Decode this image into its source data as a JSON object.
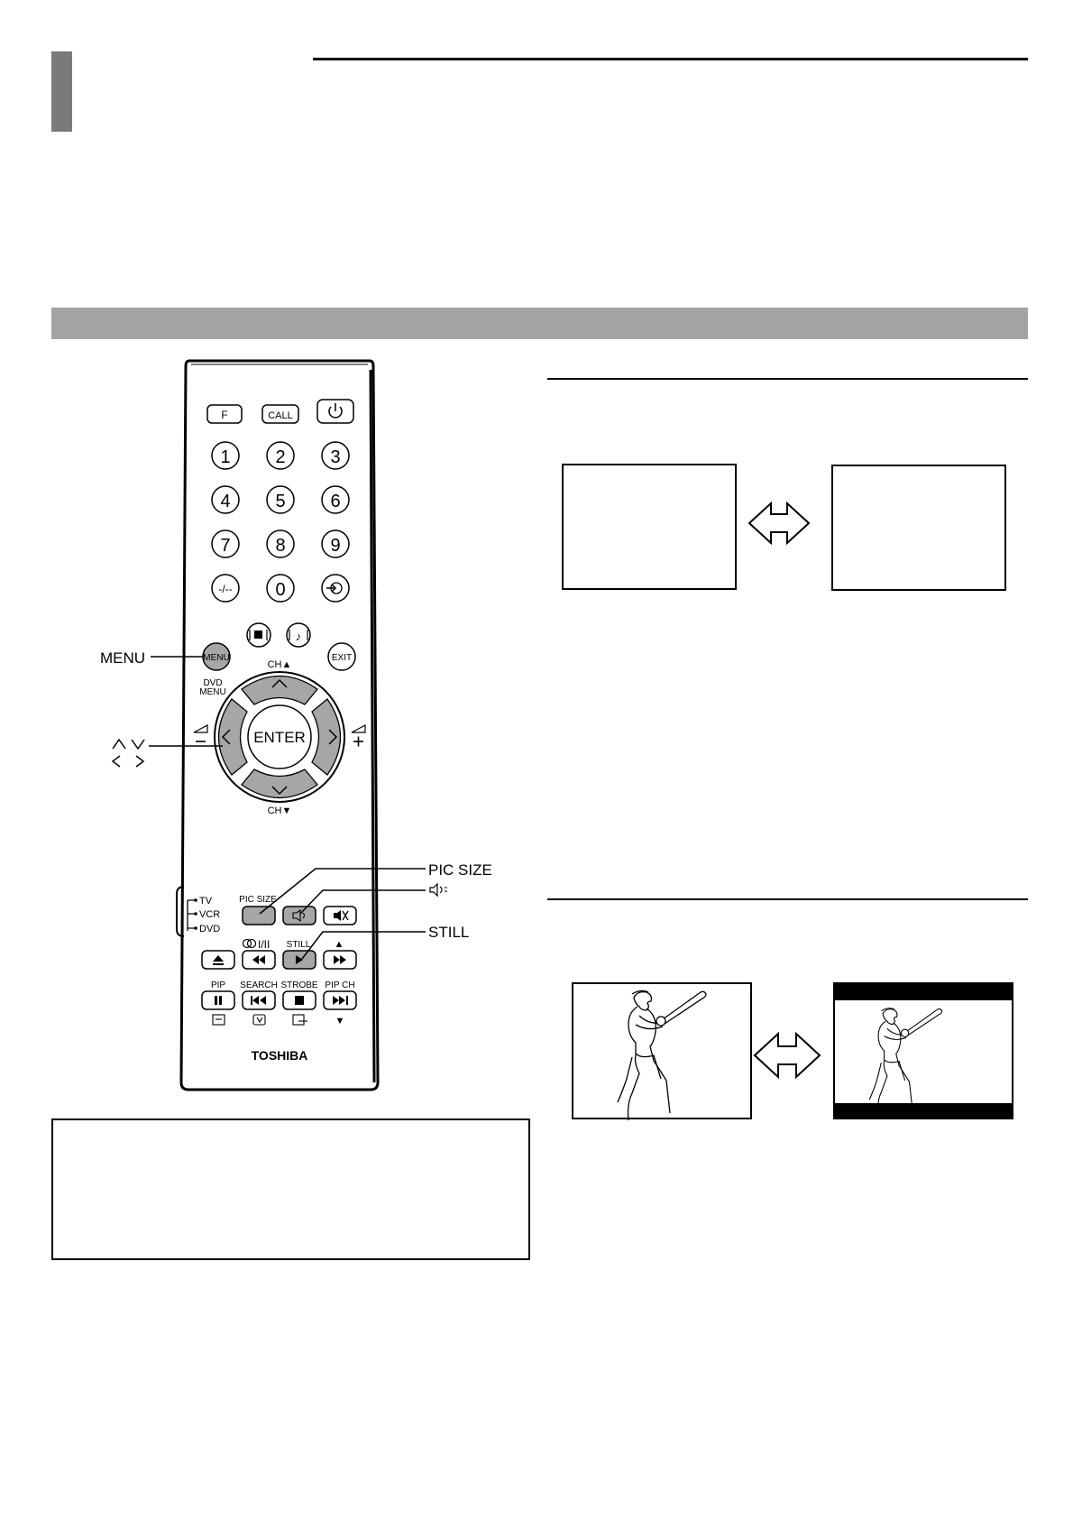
{
  "labels": {
    "menu": "MENU",
    "pic_size": "PIC SIZE",
    "still": "STILL"
  },
  "remote": {
    "brand": "TOSHIBA",
    "top_buttons": [
      "F",
      "CALL"
    ],
    "digits": [
      "1",
      "2",
      "3",
      "4",
      "5",
      "6",
      "7",
      "8",
      "9",
      "-/--",
      "0"
    ],
    "menu_button": "MENU",
    "dvd_menu": [
      "DVD",
      "MENU"
    ],
    "exit_button": "EXIT",
    "ch_up": "CH▲",
    "ch_down": "CH▼",
    "enter": "ENTER",
    "mode_switch": [
      "TV",
      "VCR",
      "DVD"
    ],
    "pic_size": "PIC SIZE",
    "dual_sound": "I/II",
    "still": "STILL",
    "up_arrow": "▲",
    "down_arrow": "▼",
    "row_labels": [
      "PIP",
      "SEARCH",
      "STROBE",
      "PIP CH"
    ]
  },
  "icons": [
    "power-icon",
    "input-select-icon",
    "picture-preset-icon",
    "sound-preset-icon",
    "volume-down-icon",
    "volume-up-icon",
    "surround-icon",
    "mute-icon",
    "eject-icon",
    "rewind-icon",
    "play-icon",
    "fast-forward-icon",
    "pause-icon",
    "skip-back-icon",
    "stop-icon",
    "skip-forward-icon",
    "double-arrow-icon"
  ]
}
